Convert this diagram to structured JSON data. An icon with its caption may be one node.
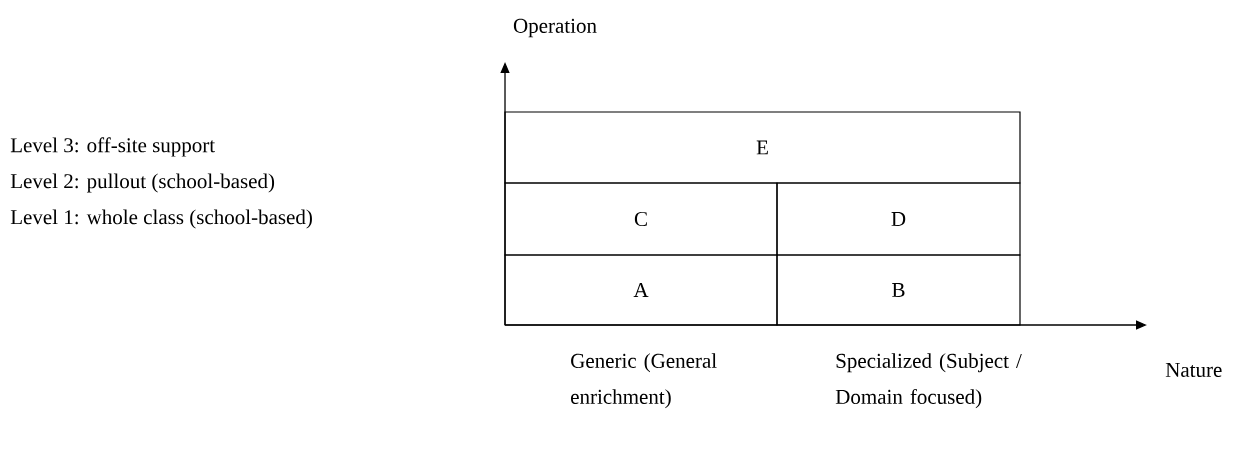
{
  "diagram": {
    "nodes": [
      {
        "text": [
          "E"
        ]
      },
      {
        "text": [
          "C"
        ]
      },
      {
        "text": [
          "D"
        ]
      },
      {
        "text": [
          "A"
        ]
      },
      {
        "text": [
          "B"
        ]
      }
    ],
    "labels": [
      "Operation",
      "Level 3: off-site support",
      "Level 2: pullout (school-based)",
      "Level 1: whole class (school-based)",
      "Nature",
      "Generic (General enrichment)",
      "Specialized (Subject / Domain focused)"
    ]
  }
}
